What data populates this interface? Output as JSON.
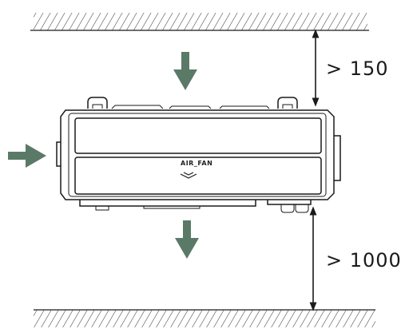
{
  "clearance": {
    "top_label": "> 150",
    "bottom_label": "> 1000"
  },
  "unit": {
    "label": "AIR_FAN"
  },
  "colors": {
    "airflow_arrow": "#5a7a67",
    "outline": "#1a1a1a",
    "hatch": "#333333"
  },
  "icons": [
    "airflow-arrow-down-icon",
    "airflow-arrow-right-icon",
    "dimension-arrow-icon"
  ]
}
